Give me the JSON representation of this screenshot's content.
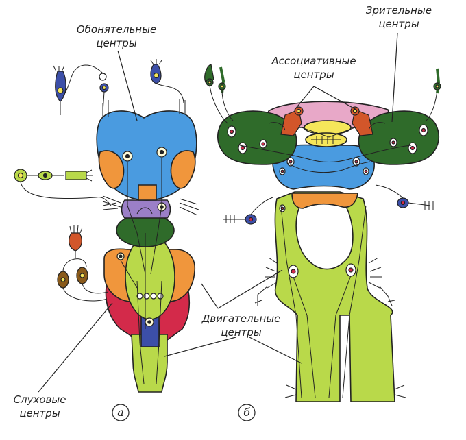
{
  "labels": {
    "olfactory": [
      "Обонятельные",
      "центры"
    ],
    "visual": [
      "Зрительные",
      "центры"
    ],
    "associative": [
      "Ассоциативные",
      "центры"
    ],
    "motor": [
      "Двигательные",
      "центры"
    ],
    "auditory": [
      "Слуховые",
      "центры"
    ]
  },
  "panels": {
    "a": "а",
    "b": "б"
  },
  "colors": {
    "blue": "#4a9be0",
    "orange": "#f0963c",
    "purple": "#9b7fc7",
    "darkgreen": "#2f6b2a",
    "lightgreen": "#b9d94a",
    "red": "#d32a4a",
    "pink": "#e8a8c8",
    "yellow": "#f5e65a",
    "navy": "#3c4fa8",
    "rust": "#d2562a"
  }
}
